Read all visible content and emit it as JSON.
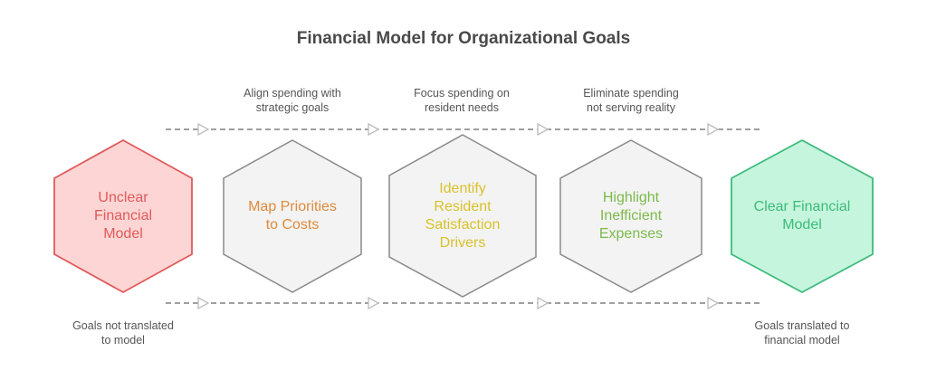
{
  "title": "Financial Model for Organizational Goals",
  "top_captions": [
    "Align spending with\nstrategic goals",
    "Focus spending on\nresident needs",
    "Eliminate spending\nnot serving reality"
  ],
  "bottom_captions": {
    "start": "Goals not translated\nto model",
    "end": "Goals translated to\nfinancial model"
  },
  "nodes": [
    {
      "label": "Unclear\nFinancial\nModel",
      "fill": "#fdd5d5",
      "stroke": "#e05a5a",
      "text_color": "#e05a5a"
    },
    {
      "label": "Map Priorities\nto Costs",
      "fill": "#f3f3f3",
      "stroke": "#8a8a8a",
      "text_color": "#e08a3a"
    },
    {
      "label": "Identify\nResident\nSatisfaction\nDrivers",
      "fill": "#f3f3f3",
      "stroke": "#8a8a8a",
      "text_color": "#d9c12a"
    },
    {
      "label": "Highlight\nInefficient\nExpenses",
      "fill": "#f3f3f3",
      "stroke": "#8a8a8a",
      "text_color": "#7cba4a"
    },
    {
      "label": "Clear Financial\nModel",
      "fill": "#c5f5dd",
      "stroke": "#3dbb7a",
      "text_color": "#3dbb7a"
    }
  ],
  "colors": {
    "connector": "#666666",
    "arrowhead": "#c8c8c8",
    "title": "#4a4a4a",
    "caption": "#555555"
  }
}
